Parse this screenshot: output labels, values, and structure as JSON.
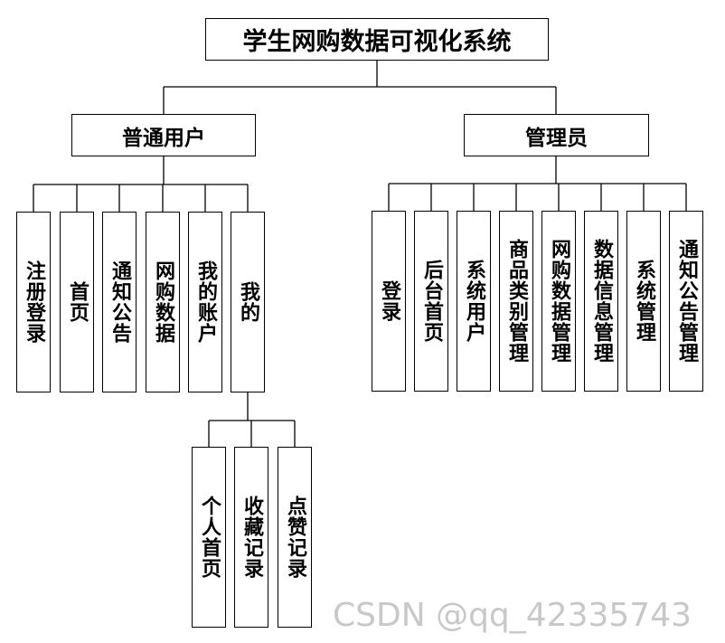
{
  "root": {
    "label": "学生网购数据可视化系统"
  },
  "user": {
    "label": "普通用户",
    "children": [
      "注册登录",
      "首页",
      "通知公告",
      "网购数据",
      "我的账户",
      "我的"
    ]
  },
  "admin": {
    "label": "管理员",
    "children": [
      "登录",
      "后台首页",
      "系统用户",
      "商品类别管理",
      "网购数据管理",
      "数据信息管理",
      "系统管理",
      "通知公告管理"
    ]
  },
  "mine": {
    "children": [
      "个人首页",
      "收藏记录",
      "点赞记录"
    ]
  },
  "watermark": "CSDN @qq_42335743"
}
